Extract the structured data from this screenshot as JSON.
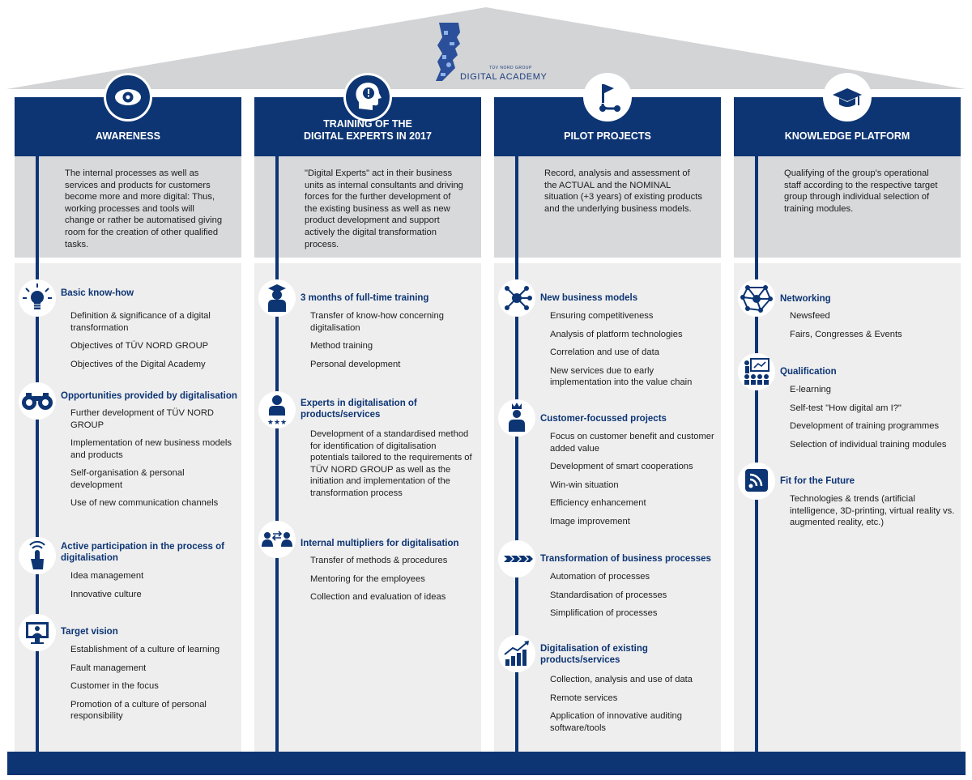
{
  "logo": {
    "small_text": "TÜV NORD GROUP",
    "text": "DIGITAL ACADEMY"
  },
  "colors": {
    "primary": "#0d3573",
    "roof": "#d3d4d6",
    "desc_bg": "#d8d9db",
    "body_bg": "#eeeeef"
  },
  "columns": [
    {
      "icon": "eye-icon",
      "title": "AWARENESS",
      "description": "The internal processes as well as services and products for customers become more and more digital: Thus, working processes and tools will change or rather be automatised giving room for the creation of other qualified tasks.",
      "sections": [
        {
          "icon": "lightbulb-icon",
          "title": "Basic know-how",
          "items": [
            "Definition & significance of a digital transformation",
            "Objectives of TÜV NORD GROUP",
            "Objectives of the Digital Academy"
          ]
        },
        {
          "icon": "binoculars-icon",
          "title": "Opportunities provided by digitalisation",
          "items": [
            "Further development of TÜV NORD GROUP",
            "Implementation of new business models and products",
            "Self-organisation & personal development",
            "Use of new communication channels"
          ]
        },
        {
          "icon": "touch-hand-icon",
          "title": "Active participation in the process of digitalisation",
          "items": [
            "Idea management",
            "Innovative culture"
          ]
        },
        {
          "icon": "monitor-user-icon",
          "title": "Target vision",
          "items": [
            "Establishment of a culture of learning",
            "Fault management",
            "Customer in the focus",
            "Promotion of a culture of personal responsibility"
          ]
        }
      ]
    },
    {
      "icon": "head-exclamation-icon",
      "title": "TRAINING OF THE\nDIGITAL EXPERTS IN 2017",
      "description": "\"Digital Experts\" act in their business units as internal consultants and driving forces for the further development of the existing business as well as new product development and support actively the digital transformation process.",
      "sections": [
        {
          "icon": "graduate-icon",
          "title": "3 months of full-time training",
          "items": [
            "Transfer of know-how concerning digitalisation",
            "Method training",
            "Personal development"
          ]
        },
        {
          "icon": "expert-stars-icon",
          "title": "Experts in digitalisation of products/services",
          "items": [
            "Development of a standardised method for identification of digitalisation potentials tailored to the requirements of TÜV NORD GROUP as well as the initiation and implementation of the transformation process"
          ]
        },
        {
          "icon": "exchange-people-icon",
          "title": "Internal multipliers for digitalisation",
          "items": [
            "Transfer of methods & procedures",
            "Mentoring for the employees",
            "Collection and evaluation of ideas"
          ]
        }
      ]
    },
    {
      "icon": "flag-path-icon",
      "title": "PILOT PROJECTS",
      "description": "Record, analysis and assessment of the ACTUAL and the NOMINAL situation (+3 years) of existing products and the underlying business models.",
      "sections": [
        {
          "icon": "network-nodes-icon",
          "title": "New business models",
          "items": [
            "Ensuring competitiveness",
            "Analysis of platform technologies",
            "Correlation and use of data",
            "New services due to early implementation into the value chain"
          ]
        },
        {
          "icon": "crowned-person-icon",
          "title": "Customer-focussed projects",
          "items": [
            "Focus on customer benefit and customer added value",
            "Development of smart cooperations",
            "Win-win situation",
            "Efficiency enhancement",
            "Image improvement"
          ]
        },
        {
          "icon": "process-arrows-icon",
          "title": "Transformation of business processes",
          "items": [
            "Automation of processes",
            "Standardisation of processes",
            "Simplification of processes"
          ]
        },
        {
          "icon": "growth-chart-icon",
          "title": "Digitalisation of existing products/services",
          "items": [
            "Collection, analysis and use of data",
            "Remote services",
            "Application of innovative auditing software/tools"
          ]
        }
      ]
    },
    {
      "icon": "mortarboard-icon",
      "title": "KNOWLEDGE PLATFORM",
      "description": "Qualifying of the group's operational staff according to the respective target group through individual selection of training modules.",
      "sections": [
        {
          "icon": "networking-icon",
          "title": "Networking",
          "items": [
            "Newsfeed",
            "Fairs, Congresses & Events"
          ]
        },
        {
          "icon": "presentation-icon",
          "title": "Qualification",
          "items": [
            "E-learning",
            "Self-test \"How digital am I?\"",
            "Development of training programmes",
            "Selection of individual training modules"
          ]
        },
        {
          "icon": "rss-icon",
          "title": "Fit for the Future",
          "items": [
            "Technologies & trends (artificial intelligence, 3D-printing, virtual reality vs. augmented reality, etc.)"
          ]
        }
      ]
    }
  ]
}
